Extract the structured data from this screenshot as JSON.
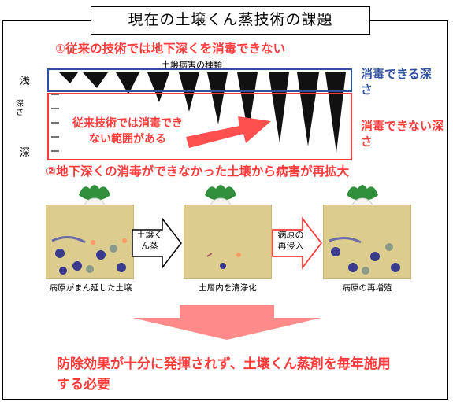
{
  "title": "現在の土壌くん蒸技術の課題",
  "section1": {
    "heading": "①従来の技術では地下深くを消毒できない",
    "depth_axis_label": "土壌病害の種類",
    "shallow": "浅",
    "depth": "深さ",
    "deep": "深",
    "can_disinfect": "消毒できる深さ",
    "cannot_disinfect": "消毒できない深さ",
    "inner_note": "従来技術では消毒できない範囲がある",
    "colors": {
      "blue": "#2f4f9f",
      "red": "#ff3b3b"
    }
  },
  "section2": {
    "heading": "②地下深くの消毒ができなかった土壌から病害が再拡大",
    "arrow1": "土壌くん蒸",
    "arrow2": "病原の再侵入",
    "captions": [
      "病原がまん延した土壌",
      "土層内を清浄化",
      "病原の再増殖"
    ]
  },
  "conclusion": "防除効果が十分に発揮されず、土壌くん蒸剤を毎年施用する必要"
}
